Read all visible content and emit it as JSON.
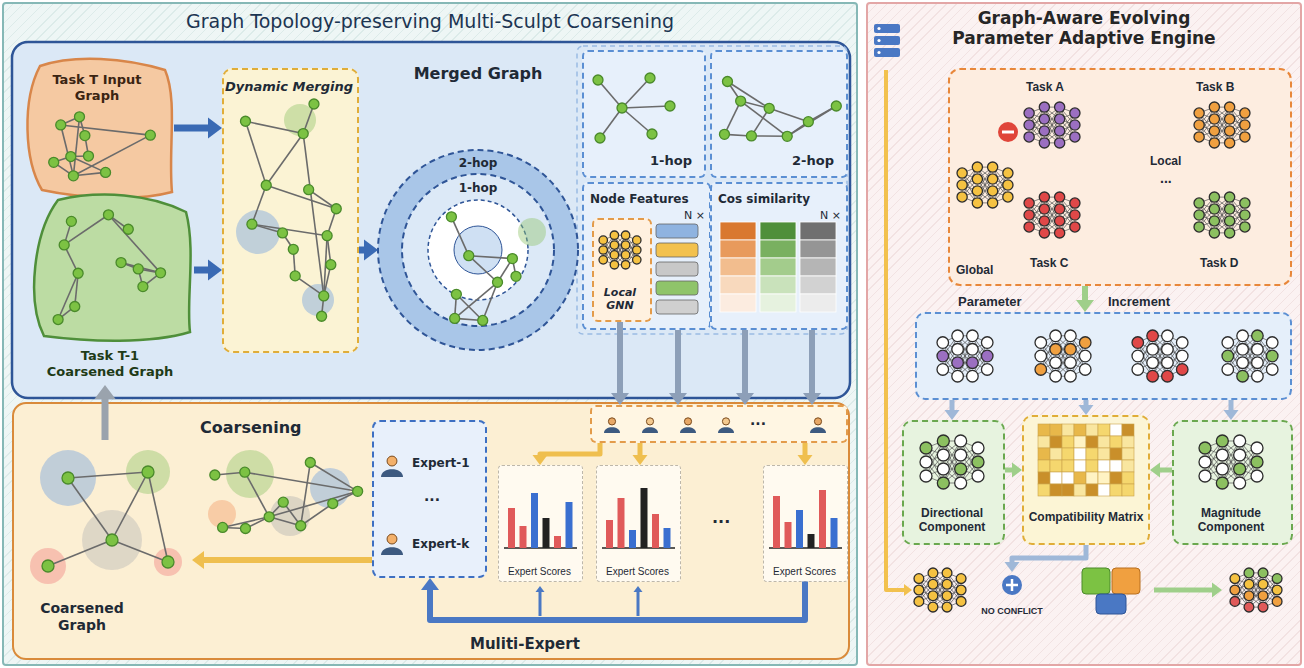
{
  "diagram": {
    "nodes": [
      {
        "text": [
          "Graph Topology-preserving Multi-Sculpt Coarsening"
        ]
      },
      {
        "text": [
          "Task T Input Graph"
        ],
        "in": 0
      },
      {
        "text": [
          "Task T-1 Coarsened Graph"
        ],
        "in": 0
      },
      {
        "text": [
          "Dynamic Merging"
        ],
        "in": 0
      },
      {
        "text": [
          "Merged Graph",
          "2-hop",
          "1-hop"
        ],
        "in": 0
      },
      {
        "text": [
          "1-hop"
        ],
        "in": 0
      },
      {
        "text": [
          "2-hop"
        ],
        "in": 0
      },
      {
        "text": [
          "Node Features",
          "N ×"
        ],
        "in": 0
      },
      {
        "text": [
          "Local GNN"
        ],
        "in": 7
      },
      {
        "text": [
          "Cos similarity",
          "N ×"
        ],
        "in": 0
      },
      {
        "text": [
          "Coarsening",
          "Muliti-Expert"
        ],
        "in": 0
      },
      {
        "text": [
          "Expert-1",
          "...",
          "Expert-k"
        ],
        "in": 10
      },
      {
        "text": [
          "..."
        ],
        "in": 10
      },
      {
        "text": [
          "Expert Scores"
        ],
        "in": 10
      },
      {
        "text": [
          "Expert Scores"
        ],
        "in": 10
      },
      {
        "text": [
          "Expert Scores"
        ],
        "in": 10
      },
      {
        "text": [
          "Coarsened Graph"
        ],
        "in": 10
      },
      {
        "text": [
          "Graph-Aware Evolving Parameter Adaptive Engine"
        ]
      },
      {
        "text": [
          "Task A",
          "Task B",
          "Local",
          "...",
          "Task C",
          "Task D"
        ],
        "in": 17
      },
      {
        "text": [
          "Global"
        ],
        "in": 18
      },
      {
        "text": [
          "Parameter",
          "Increment"
        ],
        "in": 17
      },
      {
        "text": [
          "Directional Component"
        ],
        "in": 17
      },
      {
        "text": [
          "Compatibility Matrix"
        ],
        "in": 17
      },
      {
        "text": [
          "Magnitude Component"
        ],
        "in": 17
      },
      {
        "text": [
          "NO CONFLICT"
        ],
        "in": 17
      }
    ],
    "edges": [
      {
        "from": 1,
        "to": 3,
        "arrow": "to"
      },
      {
        "from": 2,
        "to": 3,
        "arrow": "to"
      },
      {
        "from": 3,
        "to": 4,
        "arrow": "to"
      },
      {
        "from": 8,
        "to": 12,
        "arrow": "to"
      },
      {
        "from": 7,
        "to": 12,
        "arrow": "to"
      },
      {
        "from": 9,
        "to": 12,
        "arrow": "to"
      },
      {
        "from": 9,
        "to": 12,
        "arrow": "to"
      },
      {
        "from": 12,
        "to": 13,
        "arrow": "to"
      },
      {
        "from": 12,
        "to": 14,
        "arrow": "to"
      },
      {
        "from": 12,
        "to": 15,
        "arrow": "to"
      },
      {
        "from": 15,
        "to": 11,
        "arrow": "to"
      },
      {
        "from": 11,
        "to": 16,
        "arrow": "to"
      },
      {
        "from": 16,
        "to": 2,
        "arrow": "to"
      },
      {
        "from": 18,
        "to": 20,
        "arrow": "to"
      },
      {
        "from": 20,
        "to": 21,
        "arrow": "to"
      },
      {
        "from": 20,
        "to": 22,
        "arrow": "to"
      },
      {
        "from": 20,
        "to": 23,
        "arrow": "to"
      },
      {
        "from": 21,
        "to": 22,
        "arrow": "to"
      },
      {
        "from": 23,
        "to": 22,
        "arrow": "to"
      },
      {
        "from": 22,
        "to": 24,
        "arrow": "to"
      }
    ],
    "labels": [
      "..."
    ]
  }
}
